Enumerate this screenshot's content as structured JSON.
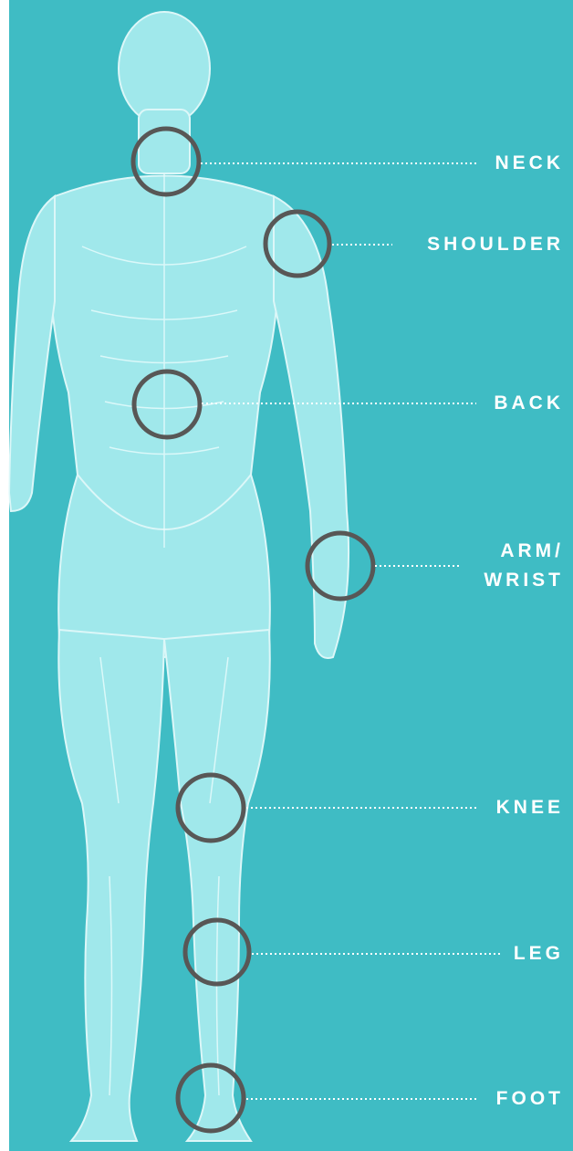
{
  "colors": {
    "background": "#3fbcc4",
    "body_fill": "#a9ecef",
    "body_line": "#eafcfd",
    "marker_ring": "#585756",
    "leader_line": "#ffffff",
    "label_text": "#ffffff"
  },
  "labels": {
    "neck": "NECK",
    "shoulder": "SHOULDER",
    "back": "BACK",
    "arm_wrist_line1": "ARM/",
    "arm_wrist_line2": "WRIST",
    "knee": "KNEE",
    "leg": "LEG",
    "foot": "FOOT"
  },
  "figure": {
    "description_icon": "human-anatomy-muscle-figure"
  }
}
